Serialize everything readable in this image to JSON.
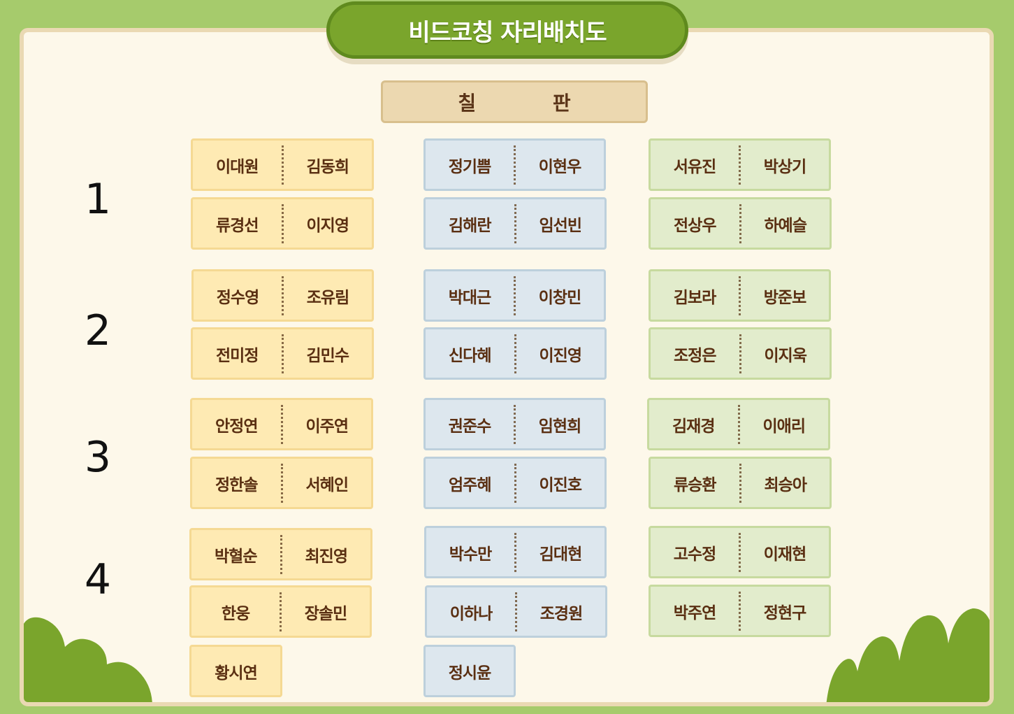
{
  "title": "비드코칭 자리배치도",
  "chalkboard_label": "칠 판",
  "rows": [
    {
      "number": "1"
    },
    {
      "number": "2"
    },
    {
      "number": "3"
    },
    {
      "number": "4"
    }
  ],
  "desks": [
    [
      "이대원",
      "김동희"
    ],
    [
      "정기쁨",
      "이현우"
    ],
    [
      "서유진",
      "박상기"
    ],
    [
      "류경선",
      "이지영"
    ],
    [
      "김해란",
      "임선빈"
    ],
    [
      "전상우",
      "하예슬"
    ],
    [
      "정수영",
      "조유림"
    ],
    [
      "박대근",
      "이창민"
    ],
    [
      "김보라",
      "방준보"
    ],
    [
      "전미정",
      "김민수"
    ],
    [
      "신다혜",
      "이진영"
    ],
    [
      "조정은",
      "이지욱"
    ],
    [
      "안정연",
      "이주연"
    ],
    [
      "권준수",
      "임현희"
    ],
    [
      "김재경",
      "이애리"
    ],
    [
      "정한솔",
      "서혜인"
    ],
    [
      "엄주혜",
      "이진호"
    ],
    [
      "류승환",
      "최승아"
    ],
    [
      "박혈순",
      "최진영"
    ],
    [
      "박수만",
      "김대현"
    ],
    [
      "고수정",
      "이재현"
    ],
    [
      "한웅",
      "장솔민"
    ],
    [
      "이하나",
      "조경원"
    ],
    [
      "박주연",
      "정현구"
    ],
    [
      "황시연"
    ],
    [
      "정시윤"
    ]
  ],
  "colors": {
    "background": "#a6cb6c",
    "board": "#fdf8ea",
    "title_pill": "#7aa52c",
    "desk_yellow": "#feeab3",
    "desk_blue": "#dde7ee",
    "desk_green": "#e2eccc",
    "name_text": "#5a2f12"
  }
}
